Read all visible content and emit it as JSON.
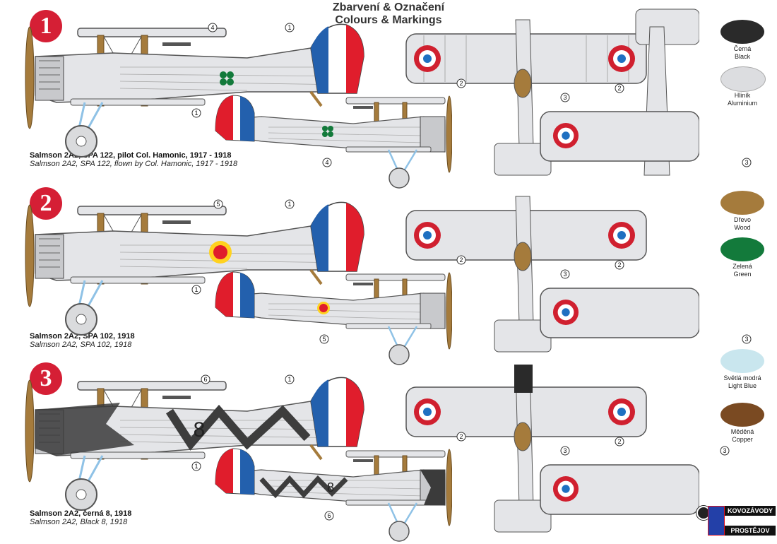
{
  "header": {
    "title_cz": "Zbarvení & Označení",
    "title_en": "Colours & Markings"
  },
  "schemes": [
    {
      "number": "1",
      "caption_cz": "Salmson 2A2, SPA 122, pilot Col. Hamonic, 1917 - 1918",
      "caption_en": "Salmson 2A2, SPA 122, flown by Col. Hamonic, 1917 - 1918",
      "emblem": "clover"
    },
    {
      "number": "2",
      "caption_cz": "Salmson 2A2, SPA 102, 1918",
      "caption_en": "Salmson 2A2, SPA 102, 1918",
      "emblem": "sun"
    },
    {
      "number": "3",
      "caption_cz": "Salmson 2A2, černá  8, 1918",
      "caption_en": "Salmson 2A2, Black 8, 1918",
      "emblem": "black-8",
      "fuselage_code": "8"
    }
  ],
  "callouts": {
    "c1": "1",
    "c2": "2",
    "c3": "3",
    "c4": "4",
    "c5": "5",
    "c6": "6"
  },
  "palette": [
    {
      "cz": "Černá",
      "en": "Black",
      "hex": "#2a2a2a"
    },
    {
      "cz": "Hliník",
      "en": "Aluminium",
      "hex": "#dcdde0"
    },
    {
      "cz": "Dřevo",
      "en": "Wood",
      "hex": "#a57b3c"
    },
    {
      "cz": "Zelená",
      "en": "Green",
      "hex": "#137a3b"
    },
    {
      "cz": "Světlá modrá",
      "en": "Light Blue",
      "hex": "#c9e6ee"
    },
    {
      "cz": "Měděná",
      "en": "Copper",
      "hex": "#7a4a22"
    }
  ],
  "colors": {
    "badge": "#d51f35",
    "roundel_red": "#d0202f",
    "roundel_blue": "#1f70c1",
    "rudder_blue": "#2360ad",
    "rudder_red": "#e01d2c"
  },
  "logo": {
    "line1": "KOVOZÁVODY",
    "line2": "PROSTĚJOV"
  }
}
